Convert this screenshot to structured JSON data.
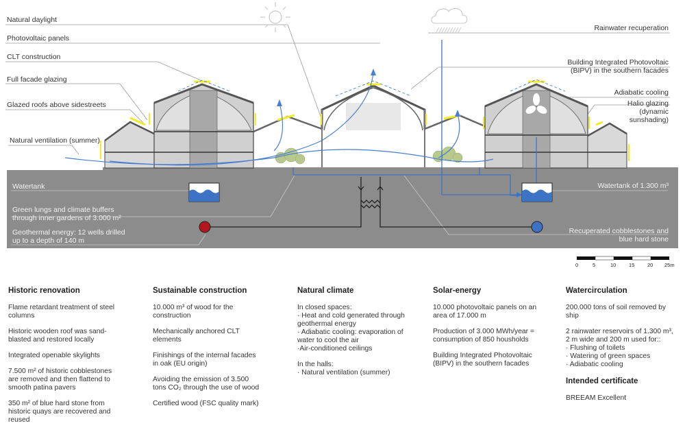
{
  "diagram": {
    "labels_left": [
      {
        "id": "natural-daylight",
        "text": "Natural daylight"
      },
      {
        "id": "photovoltaic-panels",
        "text": "Photovoltaic panels"
      },
      {
        "id": "clt-construction",
        "text": "CLT construction"
      },
      {
        "id": "full-facade-glazing",
        "text": "Full facade glazing"
      },
      {
        "id": "glazed-roofs",
        "text": "Glazed roofs above sidestreets"
      },
      {
        "id": "natural-ventilation",
        "text": "Natural ventilation (summer)"
      }
    ],
    "labels_right": [
      {
        "id": "rainwater-recuperation",
        "text": "Rainwater recuperation"
      },
      {
        "id": "bipv-line1",
        "text": "Building Integrated Photovoltaic"
      },
      {
        "id": "bipv-line2",
        "text": "(BIPV) in the southern facades"
      },
      {
        "id": "adiabatic-cooling",
        "text": "Adiabatic cooling"
      },
      {
        "id": "halio-line1",
        "text": "Halio glazing"
      },
      {
        "id": "halio-line2",
        "text": "(dynamic"
      },
      {
        "id": "halio-line3",
        "text": "sunshading)"
      }
    ],
    "ground_labels_left": [
      {
        "id": "watertank",
        "text": "Watertank"
      },
      {
        "id": "green-lungs-1",
        "text": "Green lungs and climate buffers"
      },
      {
        "id": "green-lungs-2",
        "text": "through inner gardens of 3.000 m²"
      },
      {
        "id": "geothermal-1",
        "text": "Geothermal energy: 12 wells drilled"
      },
      {
        "id": "geothermal-2",
        "text": "up to a depth of 140 m"
      }
    ],
    "ground_labels_right": [
      {
        "id": "watertank-1300",
        "text": "Watertank of 1.300 m³"
      },
      {
        "id": "cobblestones-1",
        "text": "Recuperated cobblestones and"
      },
      {
        "id": "cobblestones-2",
        "text": "blue hard stone"
      }
    ],
    "scale_bar": {
      "ticks": [
        "0",
        "5",
        "10",
        "15",
        "20",
        "25m"
      ]
    },
    "colors": {
      "ground": "#8c8c8c",
      "water_blue": "#3d73c4",
      "flow_blue": "#4a7fcf",
      "solar_yellow": "#f2ea2a",
      "hot_red": "#b5161c",
      "cold_blue": "#3d73c4",
      "building_gray": "#d4d4d4",
      "tree_green": "#b9c98e"
    },
    "icons": [
      "sun-icon",
      "rain-cloud-icon",
      "fan-icon",
      "heat-exchanger-icon"
    ]
  },
  "columns": [
    {
      "title": "Historic renovation",
      "items": [
        "Flame retardant treatment of steel\ncolumns",
        "Historic wooden roof was sand-\nblasted and restored locally",
        "Integrated openable skylights",
        "7.500 m² of historic cobblestones\nare removed and then flattend to\nsmooth patina pavers",
        "350 m² of blue hard stone from\nhistoric quays are recovered and\nreused"
      ]
    },
    {
      "title": "Sustainable construction",
      "items": [
        "10.000 m³ of wood for the\nconstruction",
        "Mechanically anchored CLT\nelements",
        "Finishings of the internal facades\nin oak (EU origin)",
        "Avoiding the emission of 3.500\ntons CO₂ through the use of wood",
        "Certified wood (FSC quality mark)"
      ]
    },
    {
      "title": "Natural climate",
      "items": [
        "In closed spaces:\n· Heat and cold generated through\ngeothermal energy\n· Adiabatic cooling: evaporation of\nwater to cool the air\n·Air-conditioned ceilings",
        "In the halls:\n· Natural ventilation (summer)"
      ]
    },
    {
      "title": "Solar-energy",
      "items": [
        "10.000 photovoltaic panels on an\narea of 17.000 m",
        "Production of 3.000 MWh/year =\nconsumption of 850 housholds",
        "Building Integrated Photovoltaic\n(BIPV) in the southern facades"
      ]
    },
    {
      "title": "Watercirculation",
      "items": [
        "200.000 tons of soil removed by\nship",
        "2 rainwater reservoirs of 1.300 m³,\n2 m wide and 200 m used for::\n· Flushing of toilets\n· Watering of green spaces\n· Adiabatic cooling"
      ],
      "subsection": {
        "title": "Intended certificate",
        "items": [
          "BREEAM Excellent"
        ]
      }
    }
  ]
}
